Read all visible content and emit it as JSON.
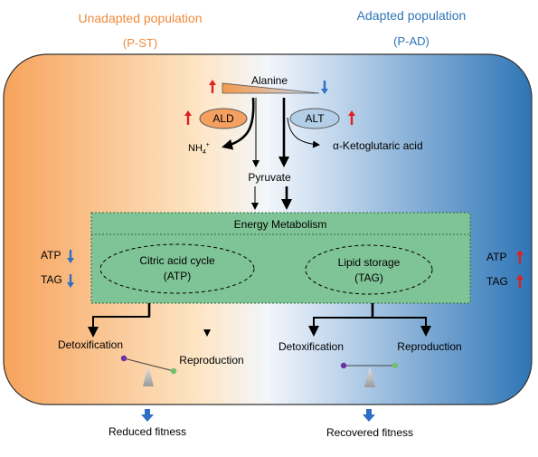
{
  "headers": {
    "left_title": "Unadapted population",
    "left_code": "(P-ST)",
    "right_title": "Adapted population",
    "right_code": "(P-AD)"
  },
  "metabolites": {
    "alanine": "Alanine",
    "ammonium": "NH",
    "ammonium_sub": "4",
    "ammonium_sup": "+",
    "ketoglutarate": "α-Ketoglutaric acid",
    "pyruvate": "Pyruvate"
  },
  "enzymes": {
    "ald": "ALD",
    "alt": "ALT"
  },
  "energy_box": {
    "title": "Energy Metabolism",
    "left_ellipse_line1": "Citric acid cycle",
    "left_ellipse_line2": "(ATP)",
    "right_ellipse_line1": "Lipid storage",
    "right_ellipse_line2": "(TAG)"
  },
  "side_labels": {
    "left_atp": "ATP",
    "left_tag": "TAG",
    "right_atp": "ATP",
    "right_tag": "TAG"
  },
  "outcomes": {
    "left_detox": "Detoxification",
    "left_repro": "Reproduction",
    "left_fitness": "Reduced fitness",
    "right_detox": "Detoxification",
    "right_repro": "Reproduction",
    "right_fitness": "Recovered fitness"
  },
  "colors": {
    "orange": "#f7a35c",
    "blue": "#2e75b6",
    "green_box": "#7fc496",
    "up_arrow": "#e02020",
    "down_arrow": "#2e6fc4",
    "ald_fill": "#f4a060",
    "alt_fill": "#b3cfe8"
  }
}
